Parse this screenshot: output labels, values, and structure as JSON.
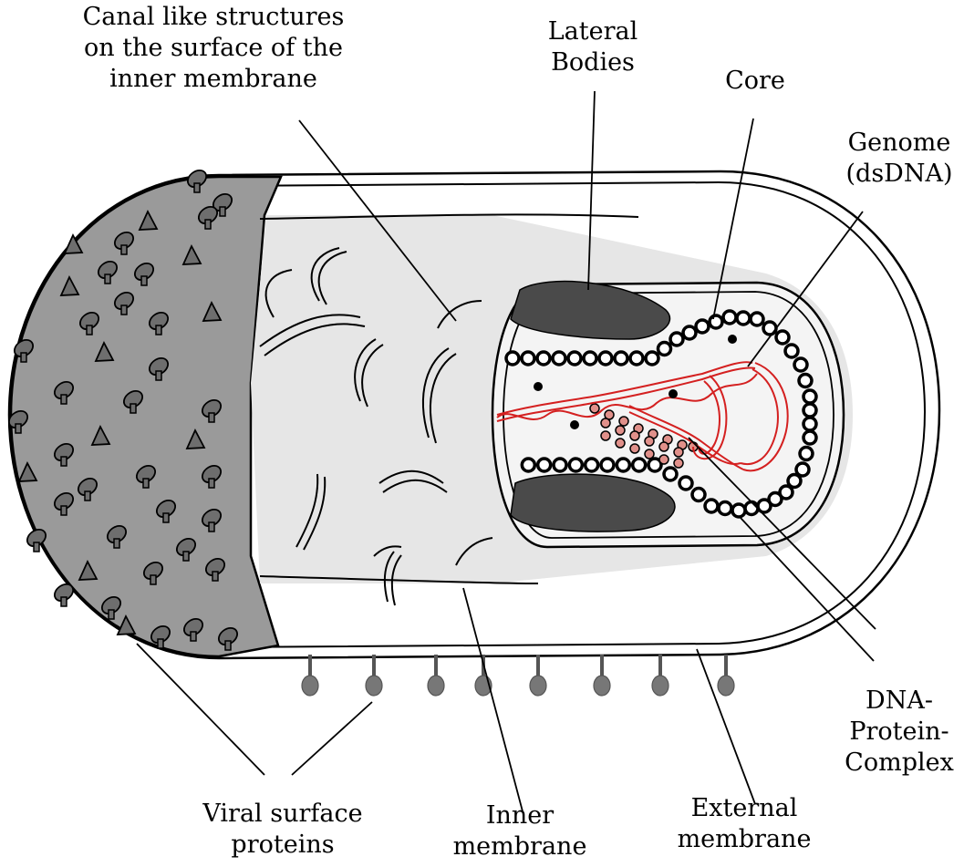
{
  "diagram": {
    "labels": {
      "canal": [
        "Canal like structures",
        "on the surface of the",
        "inner membrane"
      ],
      "lateral_bodies": [
        "Lateral",
        "Bodies"
      ],
      "core": [
        "Core"
      ],
      "genome": [
        "Genome",
        "(dsDNA)"
      ],
      "dna_protein_complex": [
        "DNA-",
        "Protein-",
        "Complex"
      ],
      "external_membrane": [
        "External",
        "membrane"
      ],
      "inner_membrane": [
        "Inner",
        "membrane"
      ],
      "viral_surface_proteins": [
        "Viral surface",
        "proteins"
      ]
    },
    "colors": {
      "surface_cap": "#9a9a9a",
      "protein_fill": "#6e6e6e",
      "inner_body": "#e6e6e6",
      "core_fill": "#f4f4f4",
      "lateral_body": "#4a4a4a",
      "genome": "#d42020",
      "complex_beads": "#e0908a",
      "outline": "#000000"
    }
  }
}
